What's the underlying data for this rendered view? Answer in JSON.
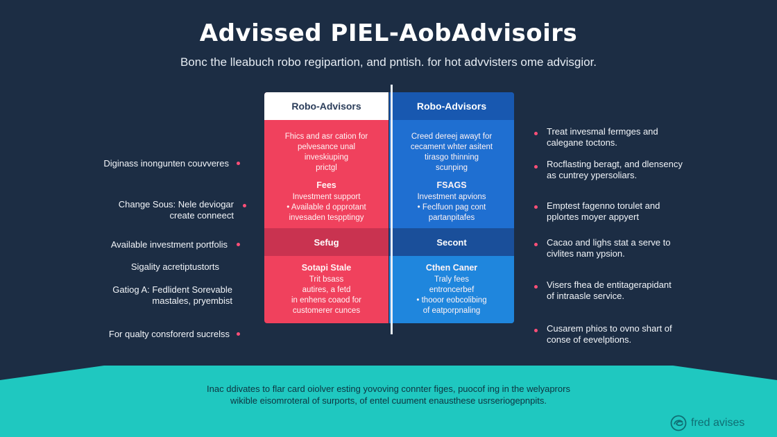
{
  "title": "Advissed PIEL-AobAdvisoirs",
  "subtitle": "Bonc the lleabuch robo regipartion, and pntish. for hot advvisters ome advisgior.",
  "comparison": {
    "left": {
      "header": "Robo-Advisors",
      "block1": [
        "Fhics and asr cation for",
        "pelvesance unal",
        "inveskiuping",
        "prictgl"
      ],
      "block2_label": "Fees",
      "block2": [
        "Investment support",
        "• Available d opprotant",
        "invesaden tespptingy"
      ],
      "band": "Sefug",
      "block3_label": "Sotapi Stale",
      "block3": [
        "Trit bsass",
        "autires, a fetd",
        "in enhens coaod for",
        "customerer cunces"
      ],
      "color": "#f0415d"
    },
    "right": {
      "header": "Robo-Advisors",
      "block1": [
        "Creed dereej awayt for",
        "cecament whter asitent",
        "tirasgo thinning",
        "scunping"
      ],
      "block2_label": "FSAGS",
      "block2": [
        "Investment apvions",
        "• Feclfuon pag cont",
        "partanpitafes"
      ],
      "band": "Secont",
      "block3_label": "Cthen Caner",
      "block3": [
        "Traly fees",
        "entroncerbef",
        "• thooor eobcolibing",
        "of eatporpnaling"
      ],
      "color": "#1f6fd1"
    }
  },
  "left_notes": [
    "Diginass inongunten couvveres",
    "Change Sous:  Nele deviogar\ncreate conneect",
    "Available investment portfolis",
    "Sigality acretiptustorts",
    "Gatiog A:  Fedlident Sorevable\nmastales, pryembist",
    "For qualty consforerd sucrelss"
  ],
  "right_notes": [
    "Treat invesmal fermges and\ncalegane toctons.",
    "Rocflasting beragt, and dlensency\nas cuntrey ypersoliars.",
    "Emptest fagenno torulet and\npplortes moyer appyert",
    "Cacao and lighs stat a serve to\ncivlites nam ypsion.",
    "Visers fhea de entitagerapidant\nof intraasle service.",
    "Cusarem phios to ovno shart of\nconse of eevelptions."
  ],
  "footer": {
    "line1": "Inac ddivates to flar card oiolver esting yovoving connter figes, puocof ing in the welyaprors",
    "line2": "wikible eisomroteral of surports, of entel cuument enausthese usrseriogepnpits."
  },
  "brand": {
    "name": "fred avises",
    "icon": "swirl-logo-icon"
  },
  "colors": {
    "background": "#1c2d44",
    "accent_red": "#f0415d",
    "accent_blue": "#1f6fd1",
    "footer_teal": "#1fc8c0",
    "bullet_pink": "#ff4f78"
  }
}
